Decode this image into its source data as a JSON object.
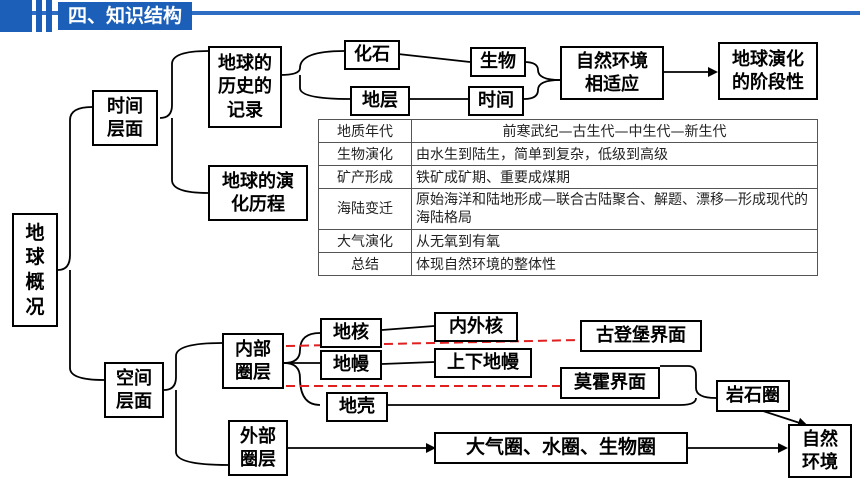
{
  "header": {
    "title": "四、知识结构"
  },
  "root": [
    "地",
    "球",
    "概",
    "况"
  ],
  "time": {
    "label_lines": [
      "时间",
      "层面"
    ],
    "record_lines": [
      "地球的",
      "历史的",
      "记录"
    ],
    "fossil": "化石",
    "strata": "地层",
    "biology": "生物",
    "time_word": "时间",
    "adapt_lines": [
      "自然环境",
      "相适应"
    ],
    "stage_lines": [
      "地球演化",
      "的阶段性"
    ],
    "evolution_lines": [
      "地球的演",
      "化历程"
    ]
  },
  "table": {
    "rows": [
      {
        "label": "地质年代",
        "value": "前寒武纪—古生代—中生代—新生代"
      },
      {
        "label": "生物演化",
        "value": "由水生到陆生，简单到复杂，低级到高级"
      },
      {
        "label": "矿产形成",
        "value": "铁矿成矿期、重要成煤期"
      },
      {
        "label": "海陆变迁",
        "value": "原始海洋和陆地形成—联合古陆聚合、解题、漂移—形成现代的海陆格局"
      },
      {
        "label": "大气演化",
        "value": "从无氧到有氧"
      },
      {
        "label": "总结",
        "value": "体现自然环境的整体性"
      }
    ]
  },
  "space": {
    "label_lines": [
      "空间",
      "层面"
    ],
    "inner_lines": [
      "内部",
      "圈层"
    ],
    "outer_lines": [
      "外部",
      "圈层"
    ],
    "core": "地核",
    "mantle": "地幔",
    "crust": "地壳",
    "inner_outer_core": "内外核",
    "upper_lower_mantle": "上下地幔",
    "gutenberg": "古登堡界面",
    "moho": "莫霍界面",
    "lithosphere": "岩石圈",
    "spheres": "大气圈、水圈、生物圈",
    "nature_lines": [
      "自然",
      "环境"
    ]
  },
  "colors": {
    "header": "#1b5fb8",
    "dashed_line": "#e02020"
  }
}
